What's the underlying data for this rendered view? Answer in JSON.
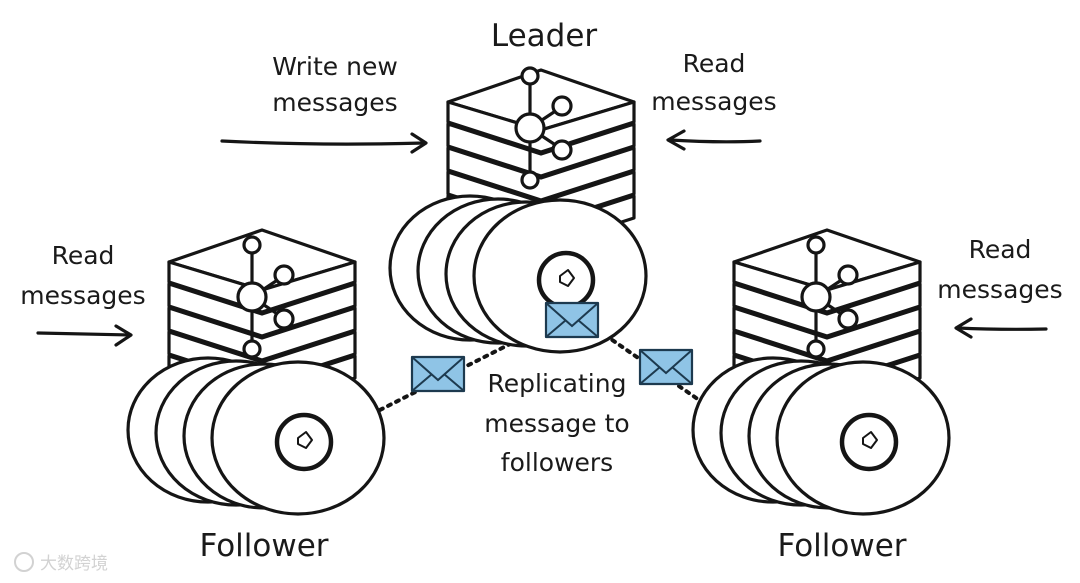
{
  "labels": {
    "leader": "Leader",
    "write_new_line1": "Write new",
    "write_new_line2": "messages",
    "read_line1": "Read",
    "read_line2": "messages",
    "follower": "Follower",
    "replicating_line1": "Replicating",
    "replicating_line2": "message to",
    "replicating_line3": "followers"
  },
  "watermark": "大数跨境",
  "icons": {
    "broker": "kafka-broker-server-icon",
    "disk": "disk-stack-icon",
    "envelope": "envelope-icon",
    "arrow": "arrow-icon"
  },
  "colors": {
    "ink": "#151515",
    "envelope_fill": "#8fc4e6",
    "background": "#ffffff"
  }
}
